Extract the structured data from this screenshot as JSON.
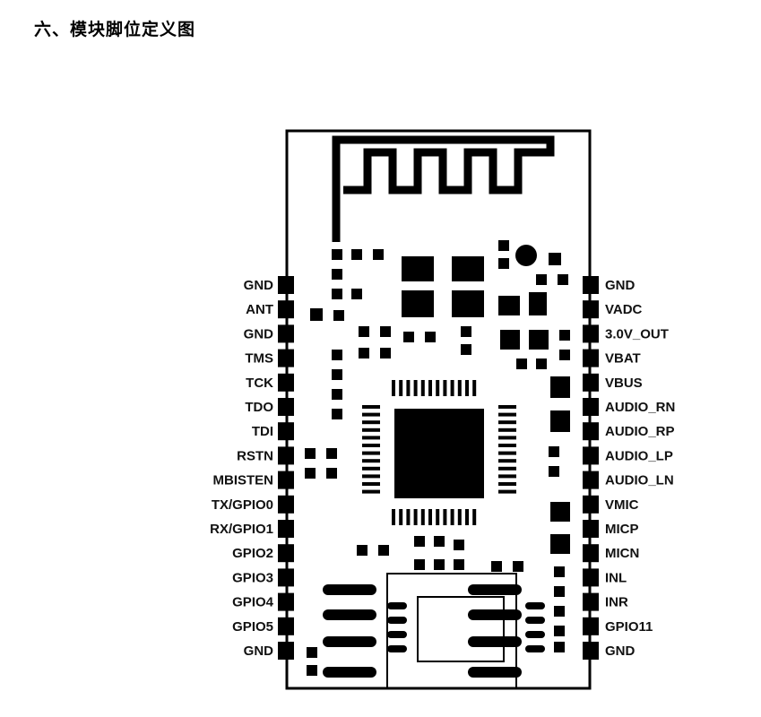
{
  "heading": "六、模块脚位定义图",
  "pins": {
    "left": [
      "GND",
      "ANT",
      "GND",
      "TMS",
      "TCK",
      "TDO",
      "TDI",
      "RSTN",
      "MBISTEN",
      "TX/GPIO0",
      "RX/GPIO1",
      "GPIO2",
      "GPIO3",
      "GPIO4",
      "GPIO5",
      "GND"
    ],
    "right": [
      "GND",
      "VADC",
      "3.0V_OUT",
      "VBAT",
      "VBUS",
      "AUDIO_RN",
      "AUDIO_RP",
      "AUDIO_LP",
      "AUDIO_LN",
      "VMIC",
      "MICP",
      "MICN",
      "INL",
      "INR",
      "GPIO11",
      "GND"
    ]
  }
}
